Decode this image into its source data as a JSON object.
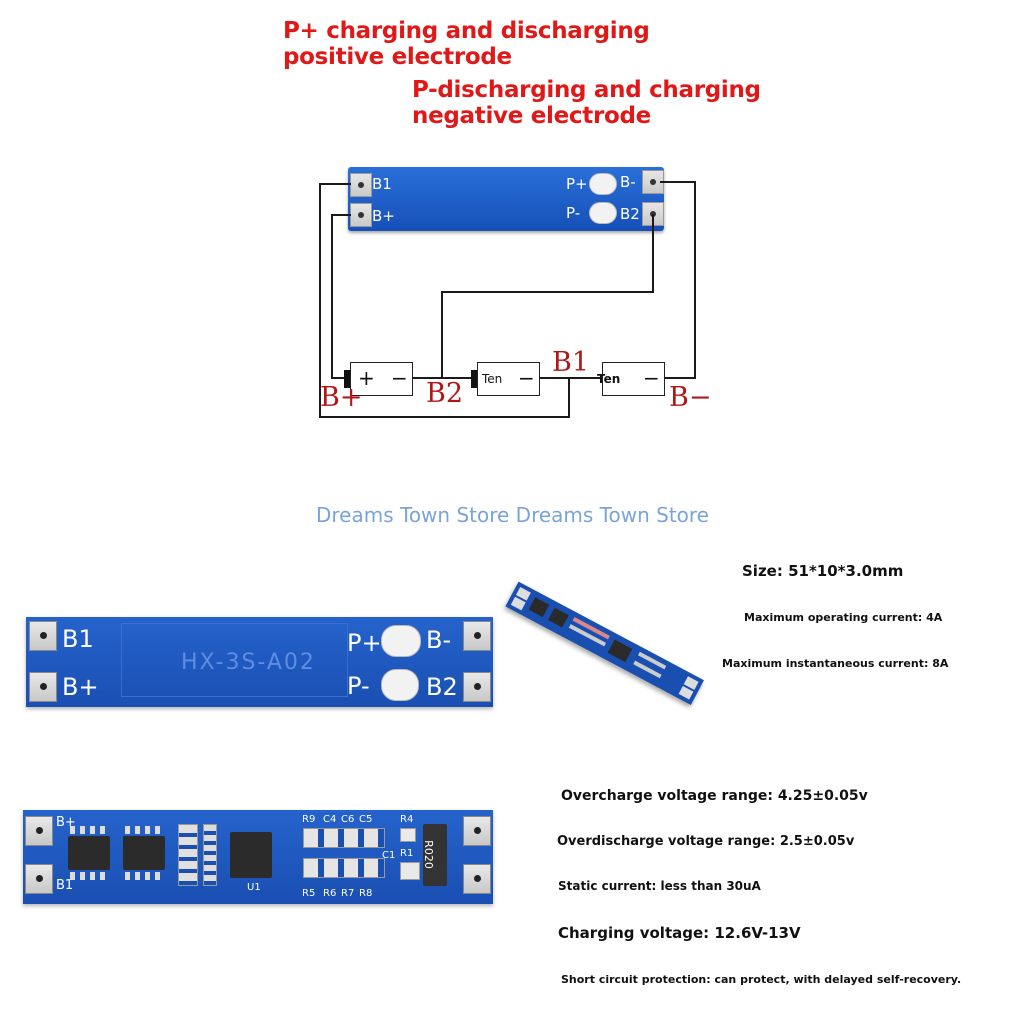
{
  "notes": {
    "p_plus_line1": "P+ charging and discharging",
    "p_plus_line2": "positive electrode",
    "p_minus_line1": "P-discharging and charging",
    "p_minus_line2": "negative electrode"
  },
  "diagram_board": {
    "b1": "B1",
    "b_plus": "B+",
    "p_plus": "P+",
    "b_minus": "B-",
    "p_minus": "P-",
    "b2": "B2"
  },
  "wiring": {
    "cell_plus_sign": "+",
    "cell_minus_sign": "−",
    "cell_ten": "Ten",
    "label_b_plus": "B+",
    "label_b2": "B2",
    "label_b1": "B1",
    "label_b_minus": "B−"
  },
  "watermark": "Dreams Town Store Dreams Town Store",
  "board_front": {
    "b1": "B1",
    "b_plus": "B+",
    "model": "HX-3S-A02",
    "p_plus": "P+",
    "b_minus": "B-",
    "p_minus": "P-",
    "b2": "B2"
  },
  "board_back": {
    "b_plus": "B+",
    "b1": "B1",
    "r9": "R9",
    "c4": "C4",
    "c6": "C6",
    "c5": "C5",
    "r4": "R4",
    "r5": "R5",
    "r6": "R6",
    "r7": "R7",
    "r8": "R8",
    "u1": "U1",
    "c1": "C1",
    "r1": "R1",
    "r020": "R020"
  },
  "specs": {
    "size": "Size: 51*10*3.0mm",
    "max_operating": "Maximum operating current: 4A",
    "max_instantaneous": "Maximum instantaneous current: 8A",
    "overcharge": "Overcharge voltage range: 4.25±0.05v",
    "overdischarge": "Overdischarge voltage range: 2.5±0.05v",
    "static_current": "Static current: less than 30uA",
    "charging_voltage": "Charging voltage: 12.6V-13V",
    "short_circuit": "Short circuit protection: can protect, with delayed self-recovery."
  },
  "colors": {
    "note_red": "#e01818",
    "pcb_blue": "#1a4fb2",
    "watermark": "#7aa4d8",
    "label_red": "#b01818"
  }
}
